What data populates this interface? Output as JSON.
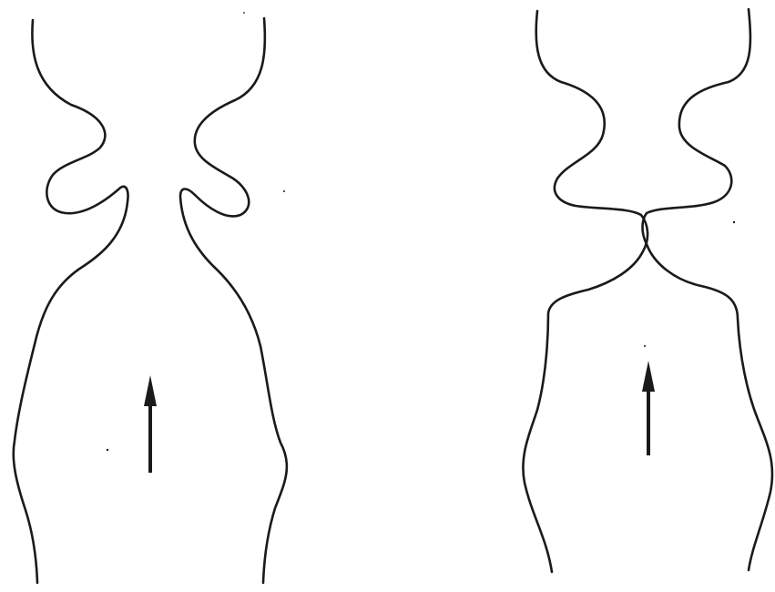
{
  "figure": {
    "background_color": "#ffffff",
    "ink_color": "#1a1a1a",
    "panels": [
      {
        "name": "left-panel",
        "shape": "channel-with-recirculating-throat",
        "flow_direction": "up"
      },
      {
        "name": "right-panel",
        "shape": "channel-with-pinched-closed-throat",
        "flow_direction": "up"
      }
    ]
  }
}
